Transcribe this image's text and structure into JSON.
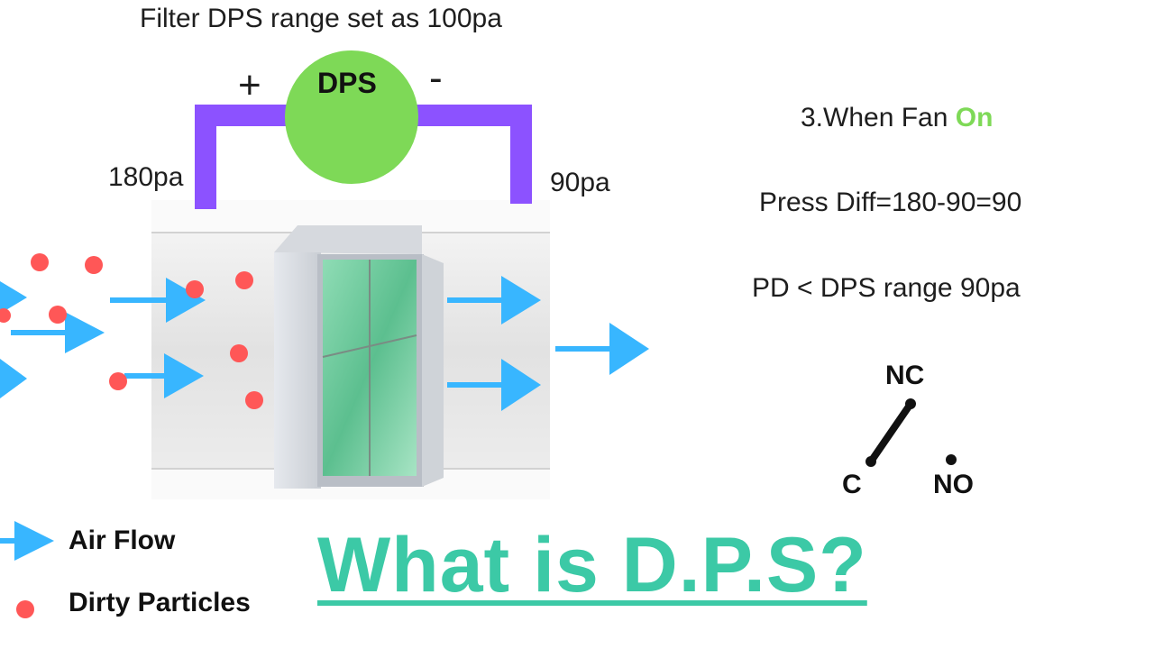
{
  "top_caption": "Filter DPS range set as 100pa",
  "dps": {
    "label": "DPS",
    "plus": "+",
    "minus": "-",
    "high_pressure": "180pa",
    "low_pressure": "90pa"
  },
  "right_panel": {
    "step_prefix": "3.When Fan ",
    "step_state": "On",
    "press_diff": "Press Diff=180-90=90",
    "compare": "PD <  DPS range 90pa"
  },
  "switch": {
    "nc": "NC",
    "c": "C",
    "no": "NO"
  },
  "legend": {
    "air_flow": "Air Flow",
    "dirty_particles": "Dirty Particles"
  },
  "heading": "What is D.P.S?",
  "colors": {
    "pipe": "#8c52ff",
    "dps_circle": "#7ed957",
    "arrow": "#38b6ff",
    "particle": "#ff5757",
    "heading": "#3cc9a6",
    "filter_media": "#6fcf9f"
  }
}
